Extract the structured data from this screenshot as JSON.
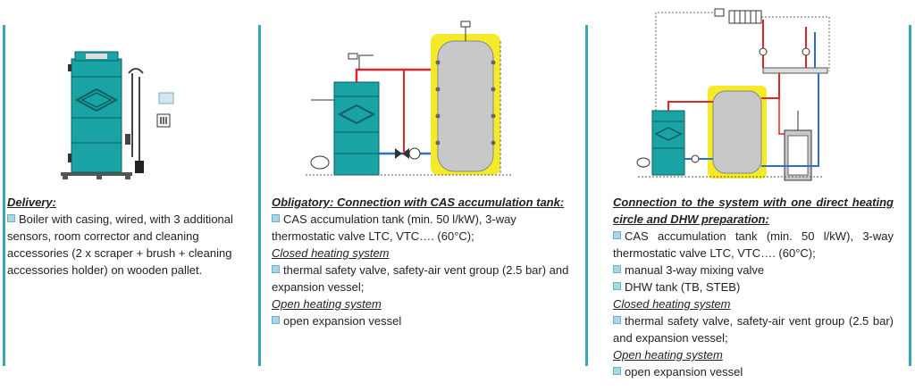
{
  "colors": {
    "divider": "#3aa7b4",
    "boiler": "#1aa3a5",
    "tank_fill": "#bfbfbf",
    "tank_insulation": "#f4ea2a",
    "pipe_hot": "#e0262b",
    "pipe_cold": "#2b6fd6"
  },
  "panel1": {
    "heading": "Delivery:",
    "bullet_text": "Boiler with casing, wired, with 3 additional sensors, room corrector and cleaning accessories (2 x scraper + brush + cleaning accessories holder) on wooden pallet."
  },
  "panel2": {
    "heading": "Obligatory: Connection with CAS accumulation tank:",
    "item1": "CAS accumulation tank (min. 50 l/kW), 3-way thermostatic valve LTC, VTC…. (60°C);",
    "closed_label": "Closed heating system",
    "item2": "thermal safety valve, safety-air vent group (2.5 bar) and expansion vessel;",
    "open_label": "Open heating system",
    "item3": "open expansion vessel"
  },
  "panel3": {
    "heading": "Connection to the system with one direct heating circle and DHW preparation:",
    "item1": "CAS accumulation tank (min. 50 l/kW), 3-way thermostatic valve LTC, VTC…. (60°C);",
    "item2": "manual 3-way mixing valve",
    "item3": "DHW tank  (TB, STEB)",
    "closed_label": "Closed heating system",
    "item4": "thermal safety valve, safety-air vent group (2.5 bar) and expansion vessel;",
    "open_label": "Open heating system",
    "item5": "open expansion vessel"
  }
}
